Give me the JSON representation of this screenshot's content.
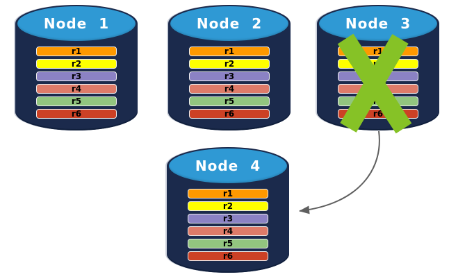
{
  "diagram": {
    "nodes": [
      {
        "label": "Node 1",
        "failed": false
      },
      {
        "label": "Node 2",
        "failed": false
      },
      {
        "label": "Node 3",
        "failed": true
      },
      {
        "label": "Node 4",
        "failed": false
      }
    ],
    "rows": [
      {
        "label": "r1",
        "color": "#FE9900"
      },
      {
        "label": "r2",
        "color": "#FFFF00"
      },
      {
        "label": "r3",
        "color": "#8B82C4"
      },
      {
        "label": "r4",
        "color": "#DE7B69"
      },
      {
        "label": "r5",
        "color": "#92C57F"
      },
      {
        "label": "r6",
        "color": "#CC4125"
      }
    ],
    "colors": {
      "background": "#FFFFFF",
      "cylinder_body": "#1B2A4C",
      "cylinder_top": "#2F99D4",
      "node_label_text": "#FFFFFF",
      "row_label_text": "#000000",
      "failure_cross": "#86C226",
      "arrow": "#5F5F5F"
    }
  }
}
